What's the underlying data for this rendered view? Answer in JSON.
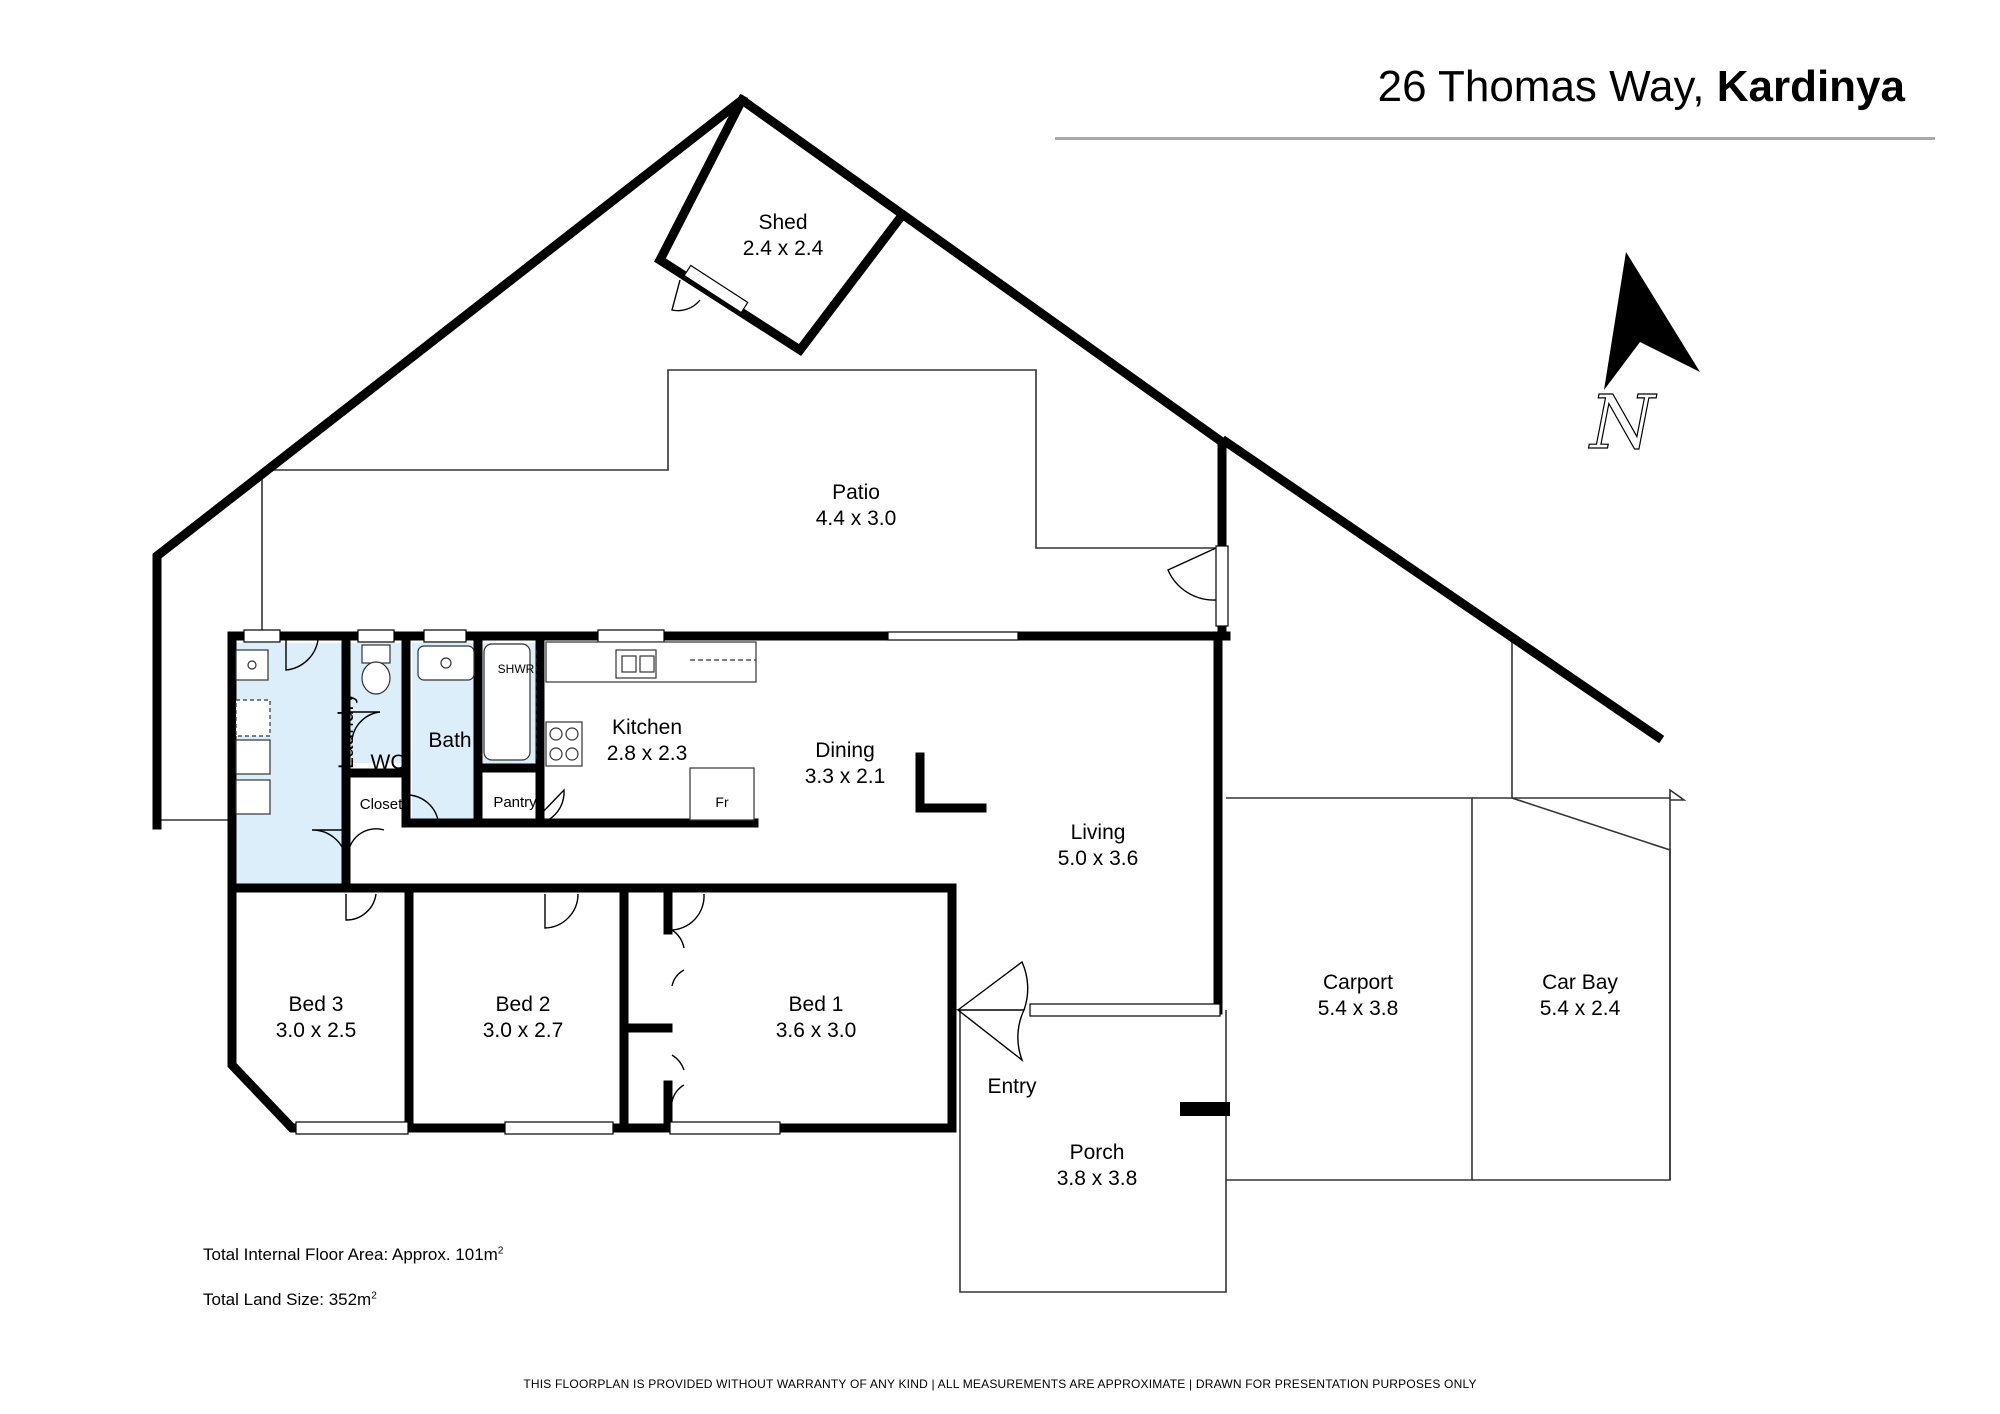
{
  "header": {
    "address": "26 Thomas Way, ",
    "suburb": "Kardinya"
  },
  "rooms": {
    "shed": {
      "name": "Shed",
      "size": "2.4 x 2.4"
    },
    "patio": {
      "name": "Patio",
      "size": "4.4 x 3.0"
    },
    "laundry": {
      "name": "Laundry"
    },
    "wc": {
      "name": "WC"
    },
    "bath": {
      "name": "Bath"
    },
    "shwr": {
      "name": "SHWR"
    },
    "closet": {
      "name": "Closet"
    },
    "pantry": {
      "name": "Pantry"
    },
    "kitchen": {
      "name": "Kitchen",
      "size": "2.8 x 2.3"
    },
    "fridge": {
      "name": "Fr"
    },
    "dining": {
      "name": "Dining",
      "size": "3.3 x 2.1"
    },
    "living": {
      "name": "Living",
      "size": "5.0 x 3.6"
    },
    "bed3": {
      "name": "Bed 3",
      "size": "3.0 x 2.5"
    },
    "bed2": {
      "name": "Bed 2",
      "size": "3.0 x 2.7"
    },
    "bed1": {
      "name": "Bed 1",
      "size": "3.6 x 3.0"
    },
    "entry": {
      "name": "Entry"
    },
    "porch": {
      "name": "Porch",
      "size": "3.8 x 3.8"
    },
    "carport": {
      "name": "Carport",
      "size": "5.4 x 3.8"
    },
    "carbay": {
      "name": "Car Bay",
      "size": "5.4 x 2.4"
    }
  },
  "totals": {
    "floor_label": "Total Internal Floor Area: Approx. 101m",
    "floor_sup": "2",
    "land_label": "Total Land Size: 352m",
    "land_sup": "2"
  },
  "compass": {
    "letter": "N"
  },
  "disclaimer": "THIS FLOORPLAN IS PROVIDED WITHOUT WARRANTY OF ANY KIND  |  ALL MEASUREMENTS ARE APPROXIMATE  |  DRAWN FOR PRESENTATION PURPOSES ONLY",
  "colors": {
    "wet_area_fill": "#dbeefa",
    "wall": "#000000",
    "rule": "#aaaaaa"
  }
}
